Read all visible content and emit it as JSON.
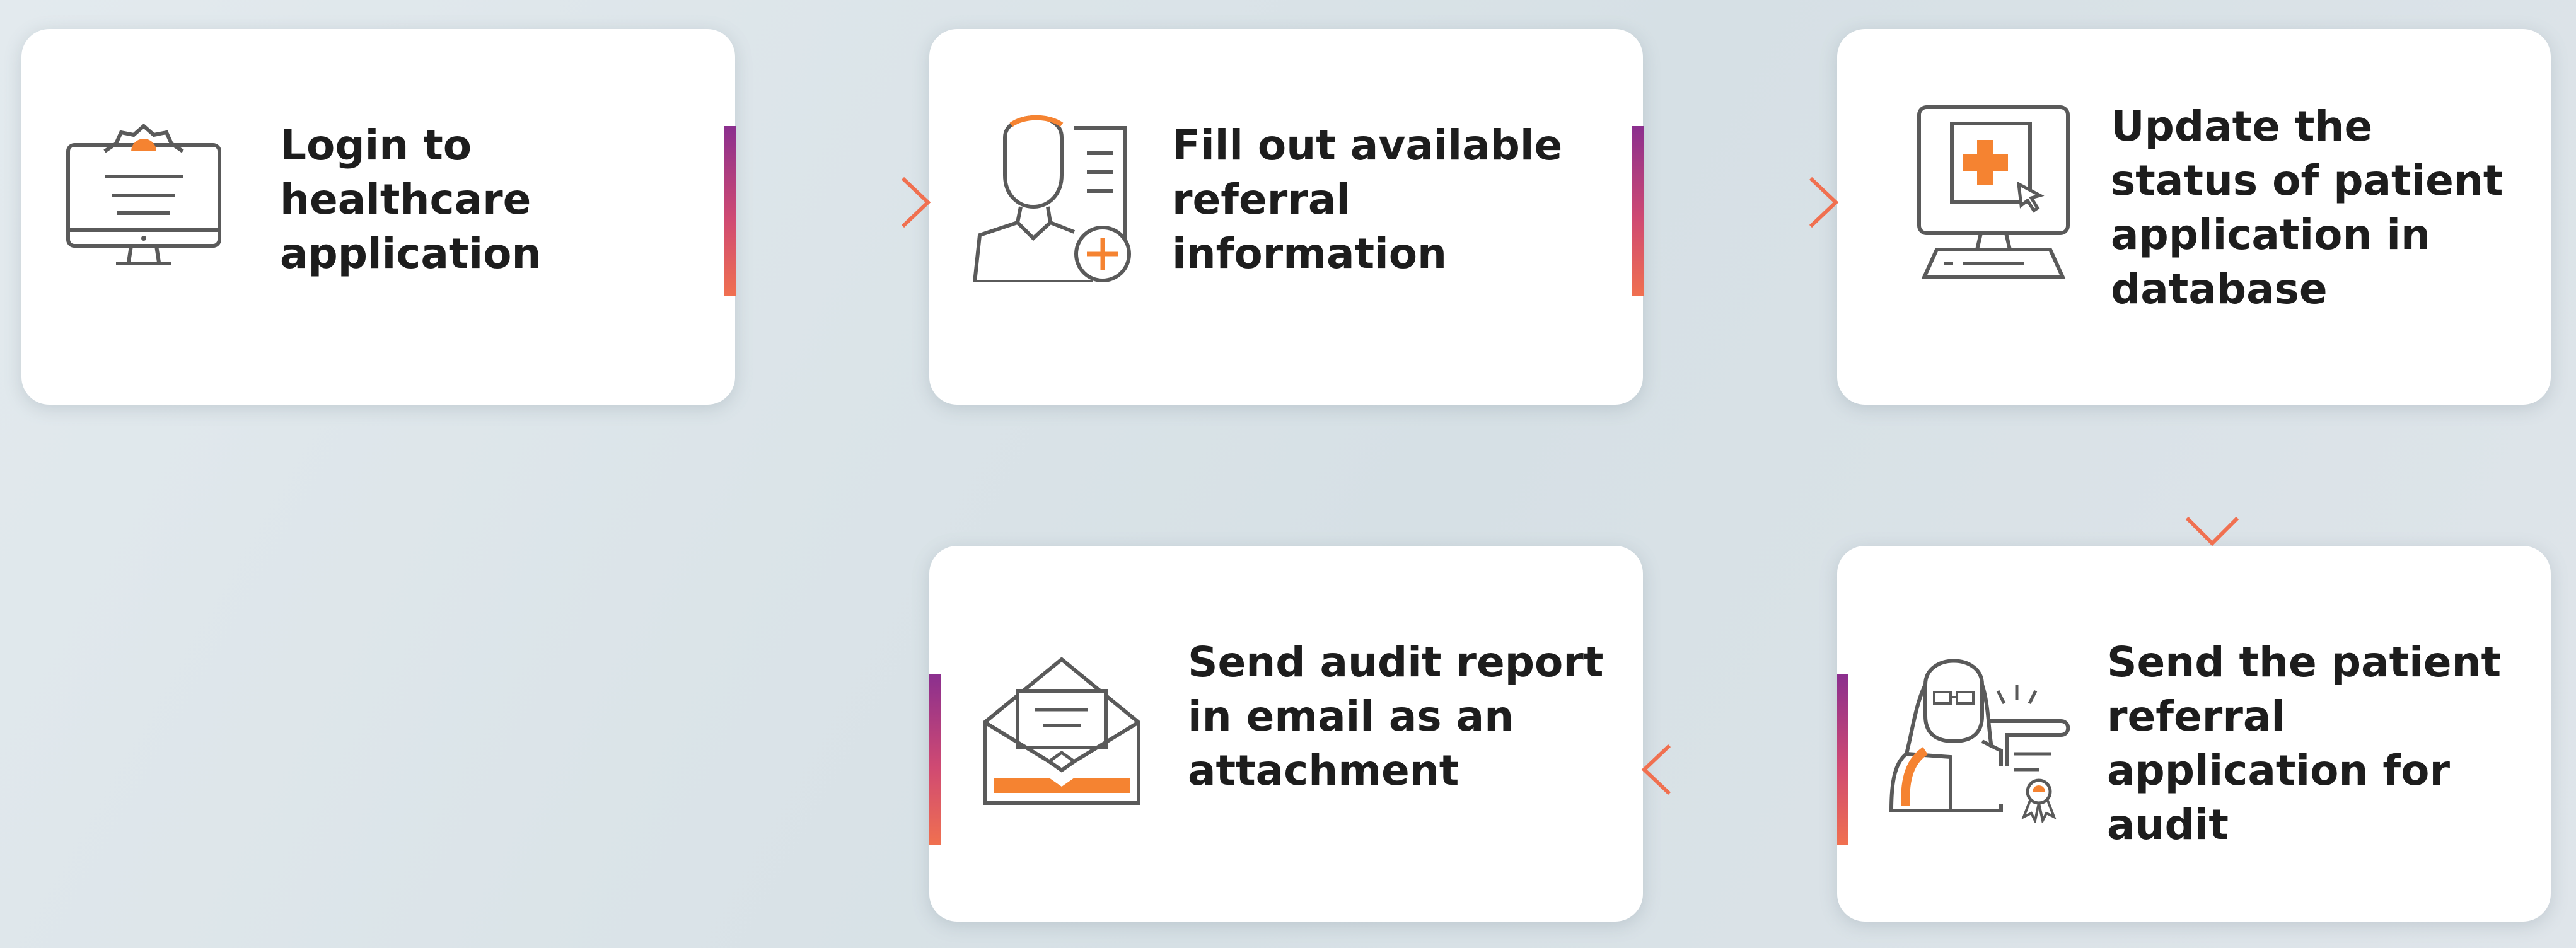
{
  "steps": [
    {
      "id": 1,
      "label": "Login to healthcare application",
      "icon": "monitor-settings-icon"
    },
    {
      "id": 2,
      "label": "Fill out available referral information",
      "icon": "doctor-document-add-icon"
    },
    {
      "id": 3,
      "label": "Update the status of patient application in database",
      "icon": "computer-medical-cross-icon"
    },
    {
      "id": 4,
      "label": "Send the patient referral application for audit",
      "icon": "doctor-certificate-icon"
    },
    {
      "id": 5,
      "label": "Send audit report in email as an attachment",
      "icon": "open-envelope-icon"
    }
  ],
  "flow": [
    [
      1,
      2
    ],
    [
      2,
      3
    ],
    [
      3,
      4
    ],
    [
      4,
      5
    ]
  ],
  "colors": {
    "accent_orange": "#f58331",
    "gradient_purple": "#8b2f8e",
    "gradient_coral": "#f07050",
    "icon_stroke": "#5a5a5a",
    "text": "#1d1d1d"
  }
}
